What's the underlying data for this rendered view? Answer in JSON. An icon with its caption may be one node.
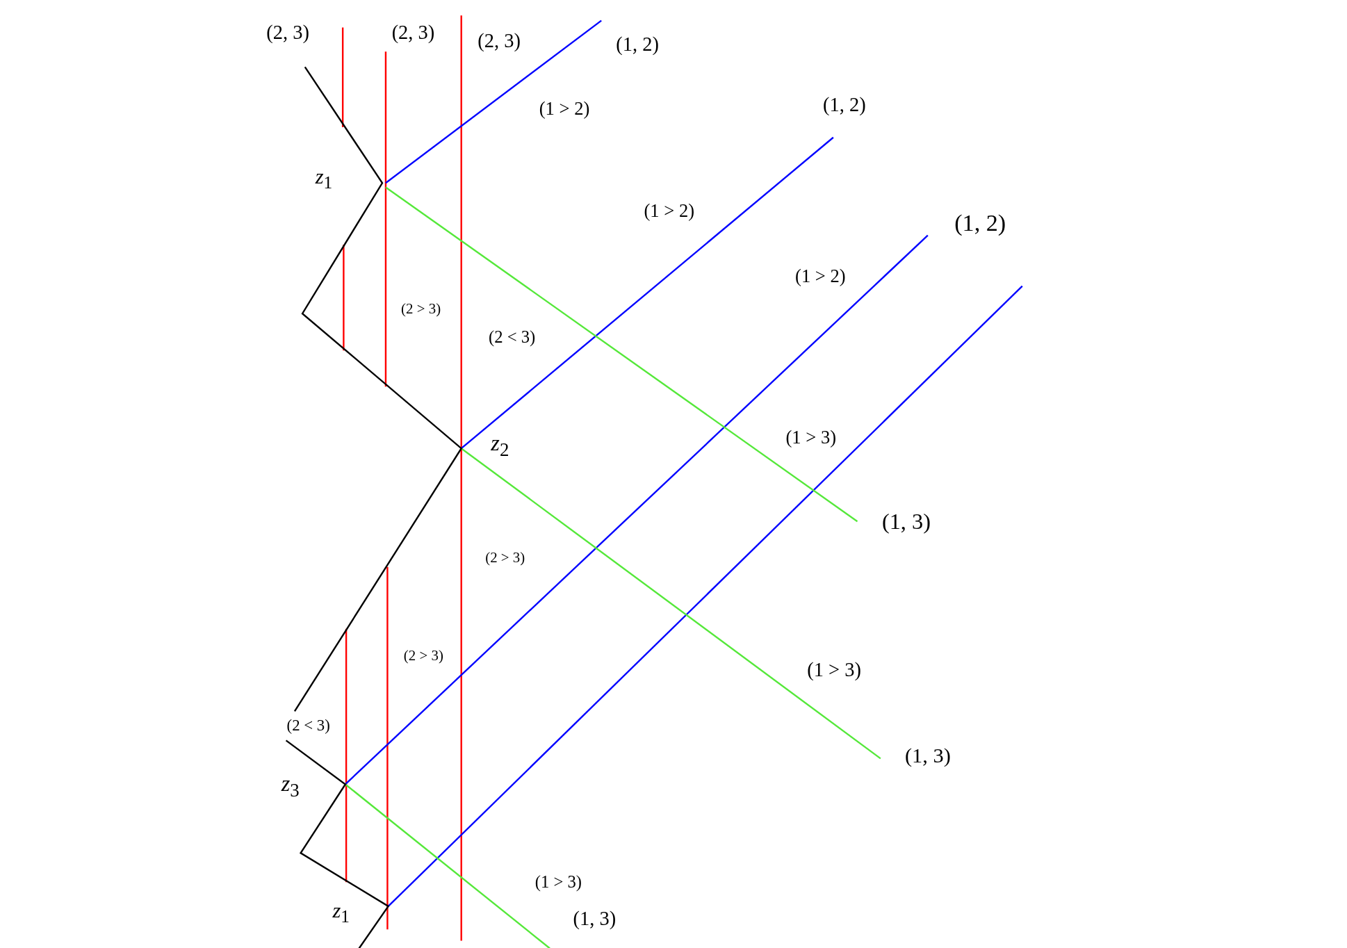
{
  "diagram": {
    "labels": [
      "(2, 3)",
      "(2, 3)",
      "(2, 3)",
      "(1, 2)",
      "(1 > 2)",
      "(1, 2)",
      "*z*$_{1}$",
      "(1 > 2)",
      "(1, 2)",
      "(1 > 2)",
      "(2 > 3)",
      "(2 < 3)",
      "(1 > 3)",
      "*z*$_{2}$",
      "(1, 3)",
      "(2 > 3)",
      "(2 > 3)",
      "(1 > 3)",
      "(2 < 3)",
      "(1, 3)",
      "*z*$_{3}$",
      "(1 > 3)",
      "*z*$_{1}$",
      "(1, 3)"
    ]
  }
}
